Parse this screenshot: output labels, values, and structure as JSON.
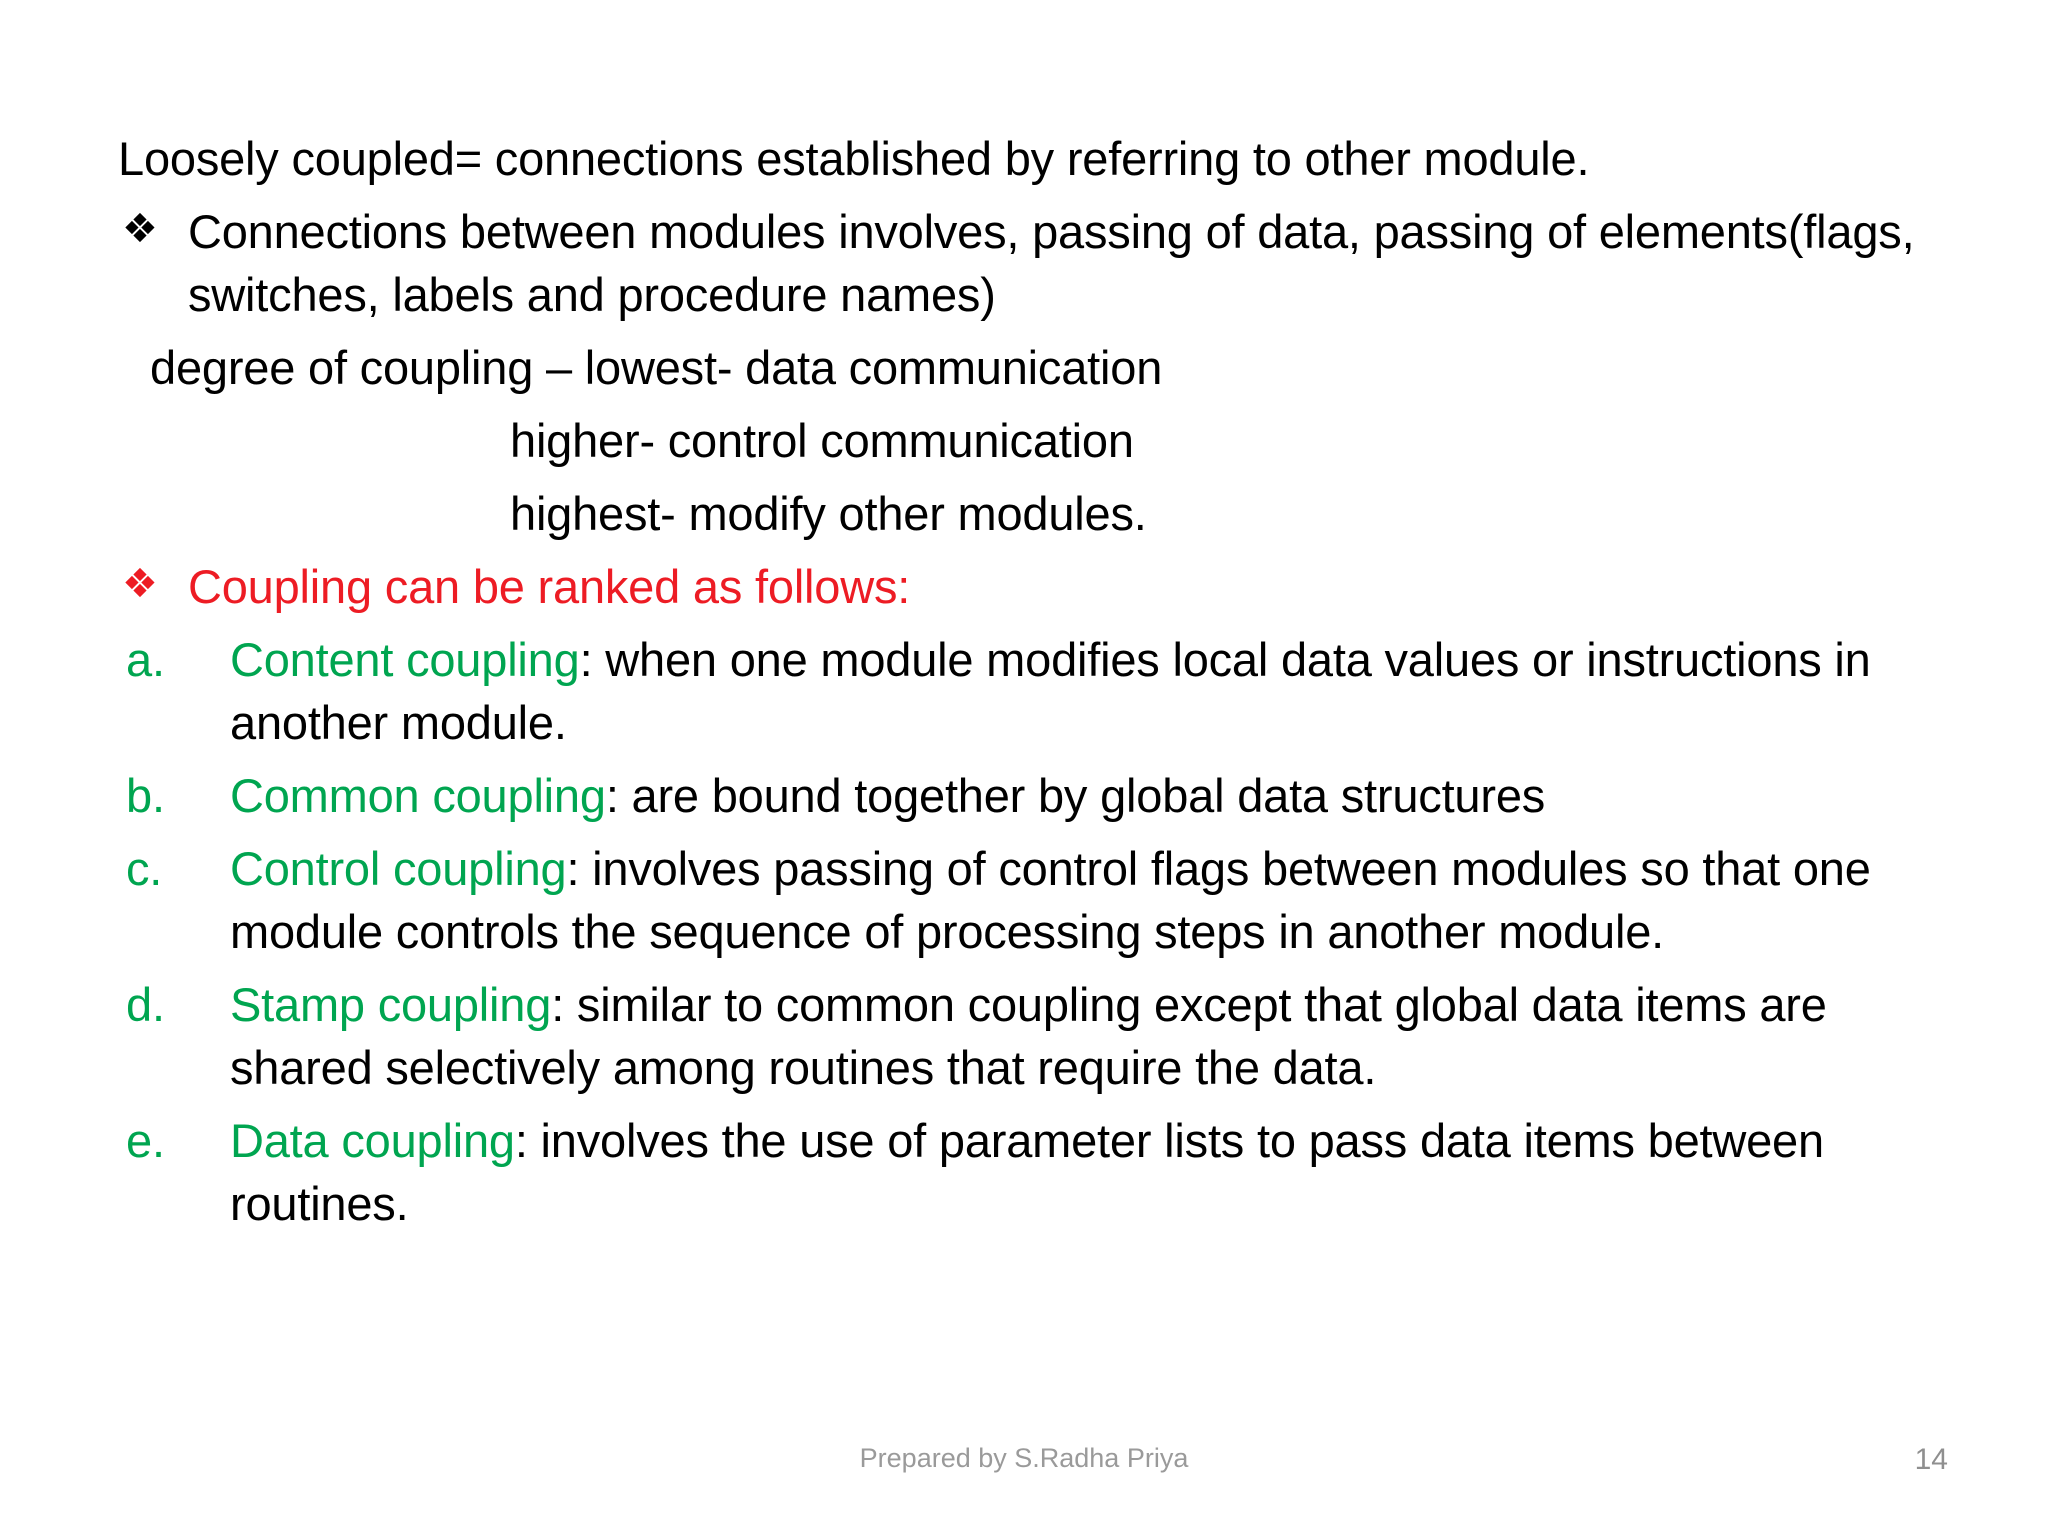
{
  "slide": {
    "background_color": "#FFFFFF",
    "accent_red": "#ED1C24",
    "accent_green": "#00A550",
    "body_text_color": "#000000",
    "footer_text_color": "#9A9A9A"
  },
  "content": {
    "line_loosely_coupled": "Loosely coupled= connections established by referring to other module.",
    "bullet_connections": {
      "glyph": "❖",
      "text": "Connections between modules involves, passing of data, passing of elements(flags, switches, labels and procedure names)"
    },
    "line_degree": "degree of coupling – lowest- data communication",
    "line_higher": "higher- control communication",
    "line_highest": "highest- modify other modules.",
    "bullet_ranked": {
      "glyph": "❖",
      "text": "Coupling can be ranked as follows:"
    }
  },
  "coupling_list": [
    {
      "marker": "a.",
      "term": "Content coupling",
      "rest": ": when one module modifies local data values or instructions in another module."
    },
    {
      "marker": "b.",
      "term": "Common coupling",
      "rest": ": are bound together by global data structures"
    },
    {
      "marker": "c.",
      "term": "Control coupling",
      "rest": ": involves passing of control flags between modules so that one module controls the sequence of processing steps in another module."
    },
    {
      "marker": "d.",
      "term": "Stamp coupling",
      "rest": ": similar to common coupling except that global data items are shared selectively among routines that require the data."
    },
    {
      "marker": "e.",
      "term": "Data coupling",
      "rest": ": involves the use of parameter lists to pass data items between routines."
    }
  ],
  "footer": {
    "credit": "Prepared by S.Radha Priya",
    "page_number": "14"
  }
}
